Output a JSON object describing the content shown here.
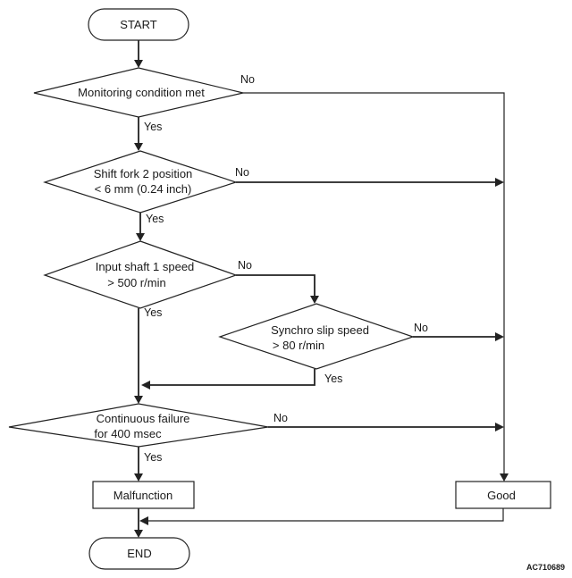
{
  "nodes": {
    "start": "START",
    "monitoring": "Monitoring condition met",
    "shift_fork_1": "Shift fork 2 position",
    "shift_fork_2": "< 6 mm (0.24 inch)",
    "input_shaft_1": "Input shaft 1 speed",
    "input_shaft_2": "> 500 r/min",
    "synchro_1": "Synchro slip speed",
    "synchro_2": "> 80 r/min",
    "continuous_1": "Continuous failure",
    "continuous_2": "for 400 msec",
    "malfunction": "Malfunction",
    "good": "Good",
    "end": "END"
  },
  "labels": {
    "yes": "Yes",
    "no": "No"
  },
  "figure_code": "AC710689"
}
